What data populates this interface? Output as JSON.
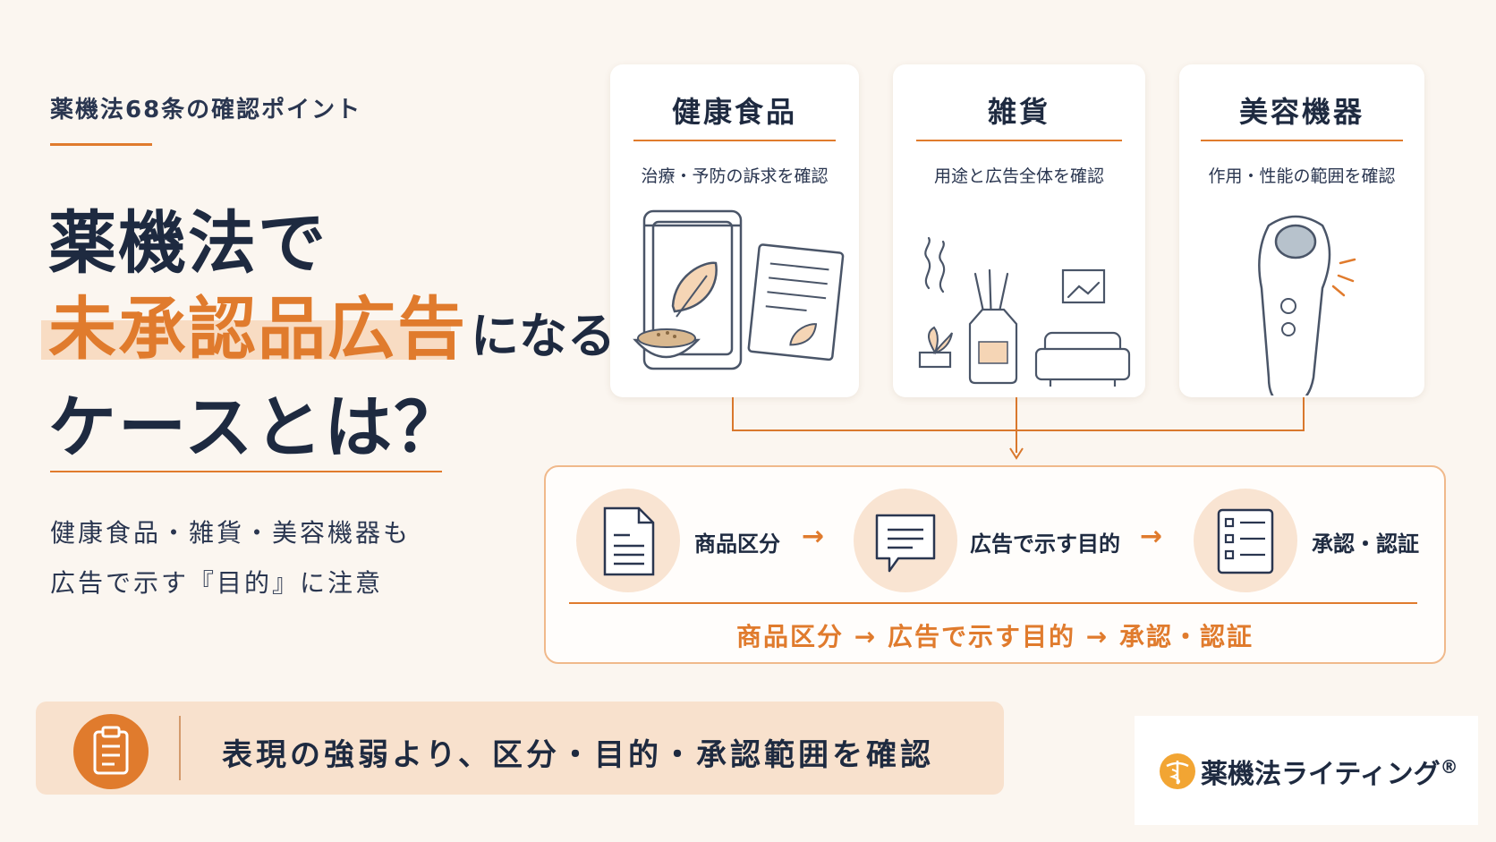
{
  "kicker": "薬機法68条の確認ポイント",
  "title": {
    "line1": "薬機法で",
    "line2_highlight": "未承認品広告",
    "line2_rest": "になる",
    "line3": "ケースとは？"
  },
  "subtitle": {
    "line1": "健康食品・雑貨・美容機器も",
    "line2": "広告で示す『目的』に注意"
  },
  "cards": [
    {
      "title": "健康食品",
      "desc": "治療・予防の訴求を確認"
    },
    {
      "title": "雑貨",
      "desc": "用途と広告全体を確認"
    },
    {
      "title": "美容機器",
      "desc": "作用・性能の範囲を確認"
    }
  ],
  "flow": {
    "steps": [
      {
        "label": "商品区分",
        "icon": "document-icon"
      },
      {
        "label": "広告で示す目的",
        "icon": "speech-bubble-icon"
      },
      {
        "label": "承認・認証",
        "icon": "checklist-icon"
      }
    ],
    "arrow": "→",
    "summary": "商品区分 → 広告で示す目的 → 承認・認証"
  },
  "note": {
    "icon": "clipboard-icon",
    "text": "表現の強弱より、区分・目的・承認範囲を確認"
  },
  "logo": {
    "text": "薬機法ライティング",
    "reg": "®"
  },
  "colors": {
    "accent": "#e07b2d",
    "navy": "#1e2a40",
    "background": "#fbf6f0",
    "highlight": "#f8dcc3"
  }
}
